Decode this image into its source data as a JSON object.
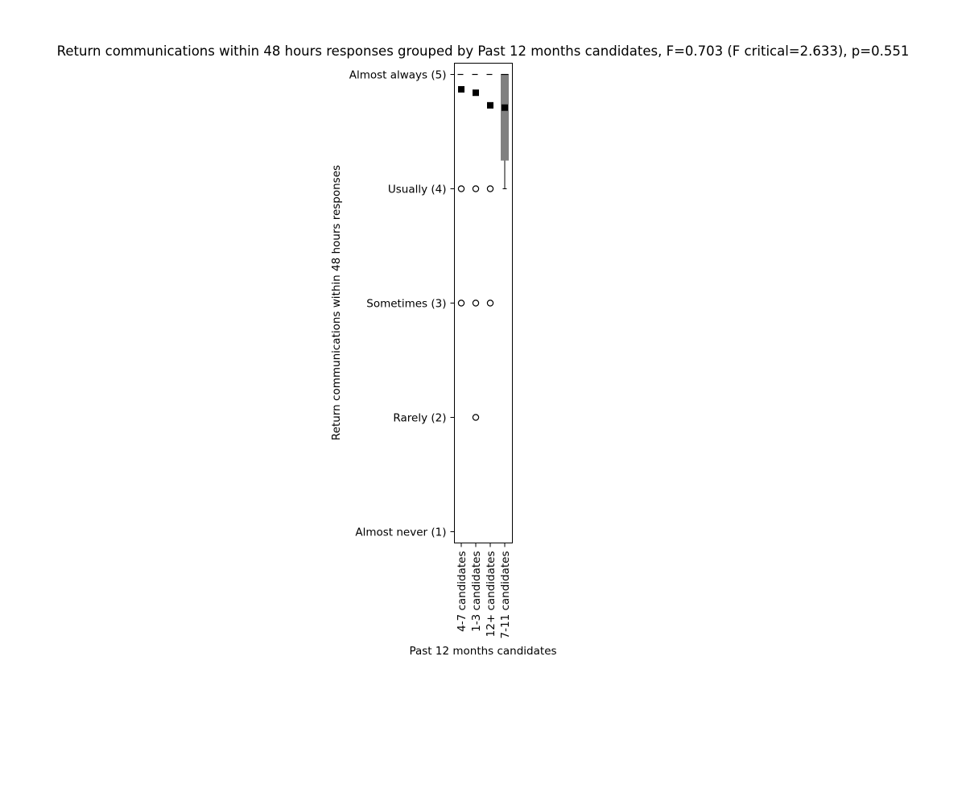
{
  "chart_data": {
    "type": "box",
    "title": "Return communications within 48 hours responses grouped by Past 12 months candidates, F=0.703 (F critical=2.633), p=0.551",
    "xlabel": "Past 12 months candidates",
    "ylabel": "Return communications within 48 hours responses",
    "ylim": [
      0.9,
      5.1
    ],
    "yticks": [
      {
        "value": 1,
        "label": "Almost never (1)"
      },
      {
        "value": 2,
        "label": "Rarely (2)"
      },
      {
        "value": 3,
        "label": "Sometimes (3)"
      },
      {
        "value": 4,
        "label": "Usually (4)"
      },
      {
        "value": 5,
        "label": "Almost always (5)"
      }
    ],
    "categories": [
      "4-7 candidates",
      "1-3 candidates",
      "12+ candidates",
      "7-11 candidates"
    ],
    "boxes": [
      {
        "q1": 5,
        "median": 5,
        "q3": 5,
        "whisker_low": 5,
        "whisker_high": 5,
        "mean": 4.87,
        "outliers": [
          4,
          3
        ]
      },
      {
        "q1": 5,
        "median": 5,
        "q3": 5,
        "whisker_low": 5,
        "whisker_high": 5,
        "mean": 4.84,
        "outliers": [
          4,
          3,
          2
        ]
      },
      {
        "q1": 5,
        "median": 5,
        "q3": 5,
        "whisker_low": 5,
        "whisker_high": 5,
        "mean": 4.73,
        "outliers": [
          4,
          3
        ]
      },
      {
        "q1": 4.25,
        "median": 5,
        "q3": 5,
        "whisker_low": 4,
        "whisker_high": 5,
        "mean": 4.71,
        "outliers": []
      }
    ],
    "colors": {
      "box_fill": "#808080",
      "median_line": "#000000",
      "mean_marker": "#000000",
      "outlier_edge": "#000000"
    },
    "grid": false,
    "legend": "none"
  }
}
